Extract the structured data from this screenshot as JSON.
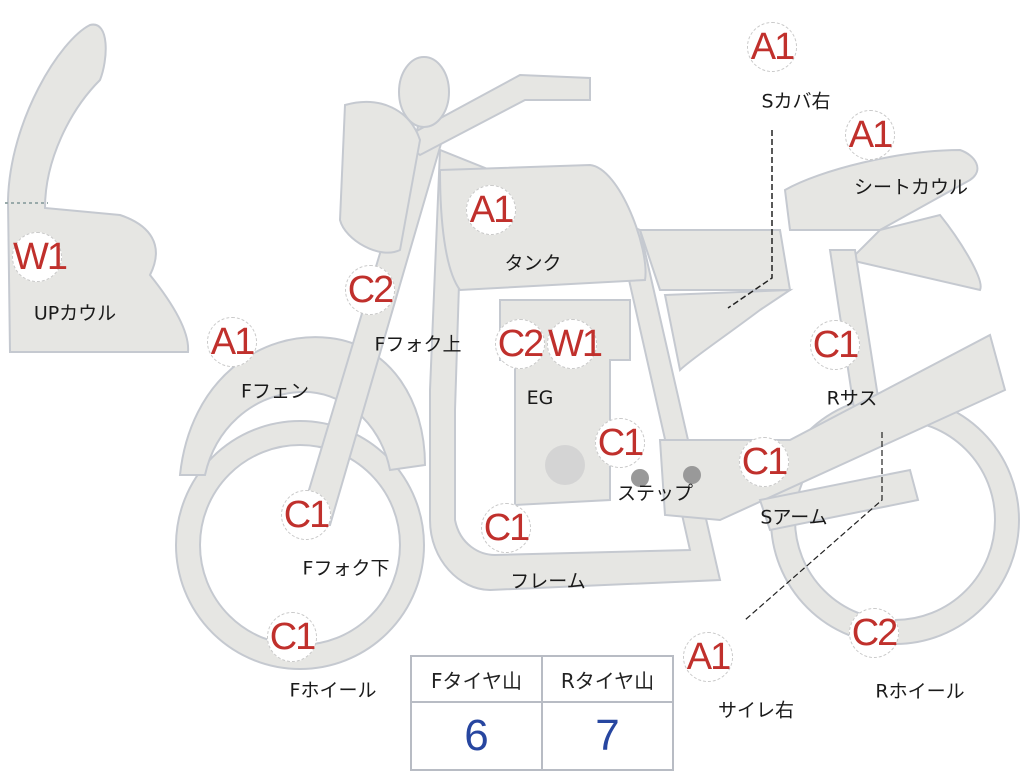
{
  "parts": [
    {
      "id": "up-cowl",
      "label": "UPカウル",
      "grades": [
        "W1"
      ]
    },
    {
      "id": "f-fender",
      "label": "Fフェン",
      "grades": [
        "A1"
      ]
    },
    {
      "id": "f-fork-upper",
      "label": "Fフォク上",
      "grades": [
        "C2"
      ]
    },
    {
      "id": "tank",
      "label": "タンク",
      "grades": [
        "A1"
      ]
    },
    {
      "id": "engine",
      "label": "EG",
      "grades": [
        "C2",
        "W1"
      ]
    },
    {
      "id": "step",
      "label": "ステップ",
      "grades": [
        "C1"
      ]
    },
    {
      "id": "frame",
      "label": "フレーム",
      "grades": [
        "C1"
      ]
    },
    {
      "id": "f-fork-lower",
      "label": "Fフォク下",
      "grades": [
        "C1"
      ]
    },
    {
      "id": "f-wheel",
      "label": "Fホイール",
      "grades": [
        "C1"
      ]
    },
    {
      "id": "side-cover-right",
      "label": "Sカバ右",
      "grades": [
        "A1"
      ]
    },
    {
      "id": "seat-cowl",
      "label": "シートカウル",
      "grades": [
        "A1"
      ]
    },
    {
      "id": "r-suspension",
      "label": "Rサス",
      "grades": [
        "C1"
      ]
    },
    {
      "id": "swing-arm",
      "label": "Sアーム",
      "grades": [
        "C1"
      ]
    },
    {
      "id": "silencer-right",
      "label": "サイレ右",
      "grades": [
        "A1"
      ]
    },
    {
      "id": "r-wheel",
      "label": "Rホイール",
      "grades": [
        "C2"
      ]
    }
  ],
  "tire_table": {
    "headers": [
      "Fタイヤ山",
      "Rタイヤ山"
    ],
    "values": [
      "6",
      "7"
    ]
  },
  "colors": {
    "grade": "#c0302c",
    "tire_value": "#2746a0",
    "part_fill": "#e6e6e3",
    "part_stroke": "#c5c9d0"
  }
}
